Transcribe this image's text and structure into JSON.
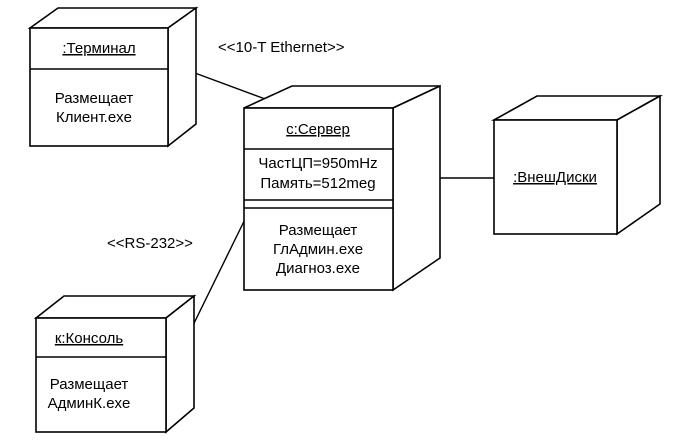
{
  "nodes": {
    "terminal": {
      "title": ":Терминал",
      "lines": [
        "Размещает",
        "Клиент.exe"
      ]
    },
    "server": {
      "title": "с:Сервер",
      "attributes": [
        "ЧастЦП=950mHz",
        "Память=512meg"
      ],
      "lines": [
        "Размещает",
        "ГлАдмин.exe",
        "Диагноз.exe"
      ]
    },
    "disks": {
      "title": ":ВнешДиски"
    },
    "console": {
      "title": "к:Консоль",
      "lines": [
        "Размещает",
        "АдминК.exe"
      ]
    }
  },
  "connections": {
    "ethernet_label": "<<10-T Ethernet>>",
    "rs232_label": "<<RS-232>>"
  }
}
